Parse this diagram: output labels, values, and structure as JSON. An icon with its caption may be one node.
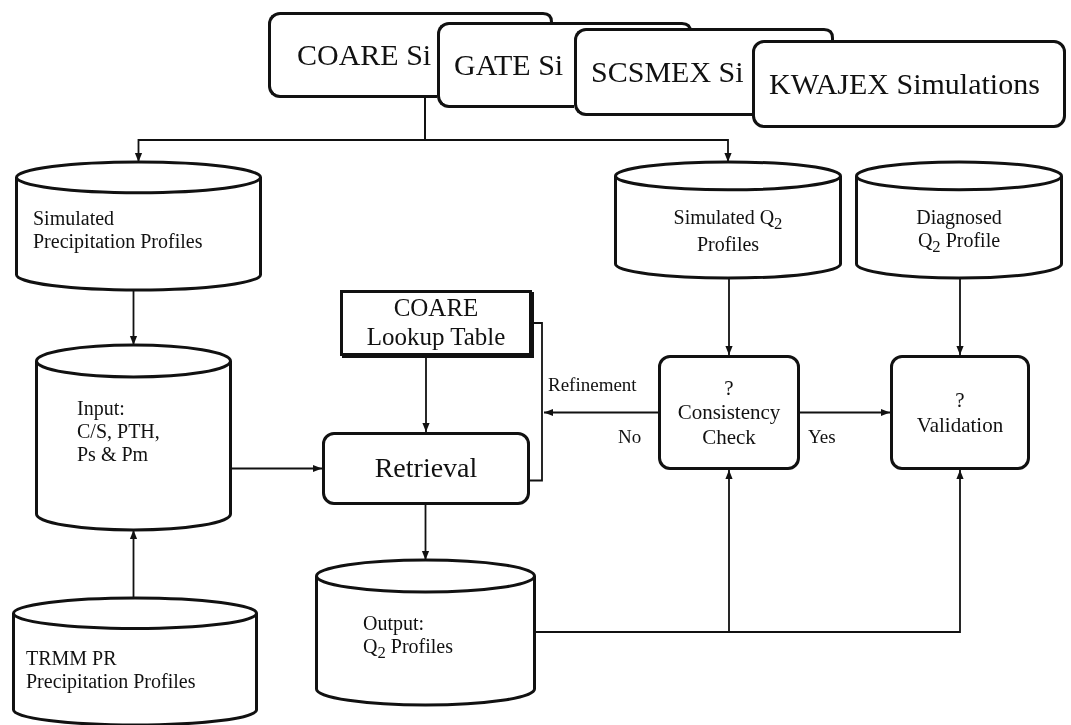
{
  "diagram": {
    "nodes": [
      {
        "text": [
          "COARE Si"
        ]
      },
      {
        "text": [
          "GATE Si"
        ]
      },
      {
        "text": [
          "SCSMEX Si"
        ]
      },
      {
        "text": [
          "KWAJEX Simulations"
        ]
      },
      {
        "text": [
          "Simulated Precipitation Profiles"
        ]
      },
      {
        "text": [
          "Simulated Q$_{2}$ Profiles"
        ]
      },
      {
        "text": [
          "Diagnosed Q$_{2}$ Profile"
        ]
      },
      {
        "text": [
          "COARE Lookup Table"
        ]
      },
      {
        "text": [
          "Input:",
          "C/S, PTH, Ps & Pm"
        ]
      },
      {
        "text": [
          "Retrieval"
        ]
      },
      {
        "text": [
          "?",
          "Consistency Check"
        ]
      },
      {
        "text": [
          "?",
          "Validation"
        ]
      },
      {
        "text": [
          "TRMM PR Precipitation Profiles"
        ]
      },
      {
        "text": [
          "Output:",
          "Q$_{2}$ Profiles"
        ]
      }
    ],
    "edges": [
      {
        "from": 0,
        "to": 4,
        "arrow": "to"
      },
      {
        "from": 0,
        "to": 5,
        "arrow": "to"
      },
      {
        "from": 4,
        "to": 8,
        "arrow": "to"
      },
      {
        "from": 12,
        "to": 8,
        "arrow": "to"
      },
      {
        "from": 8,
        "to": 9,
        "arrow": "to"
      },
      {
        "from": 7,
        "to": 9,
        "arrow": "to"
      },
      {
        "from": 9,
        "to": 13,
        "arrow": "to"
      },
      {
        "from": 5,
        "to": 10,
        "arrow": "to"
      },
      {
        "from": 6,
        "to": 11,
        "arrow": "to"
      },
      {
        "from": 10,
        "to": 11,
        "arrow": "to",
        "label": "Yes"
      },
      {
        "from": 10,
        "to": 9,
        "arrow": "to",
        "label": "Refinement"
      },
      {
        "from": 9,
        "to": 7,
        "arrow": "none"
      },
      {
        "from": 13,
        "to": 10,
        "arrow": "to"
      },
      {
        "from": 13,
        "to": 11,
        "arrow": "to"
      }
    ],
    "labels": [
      "No"
    ]
  }
}
